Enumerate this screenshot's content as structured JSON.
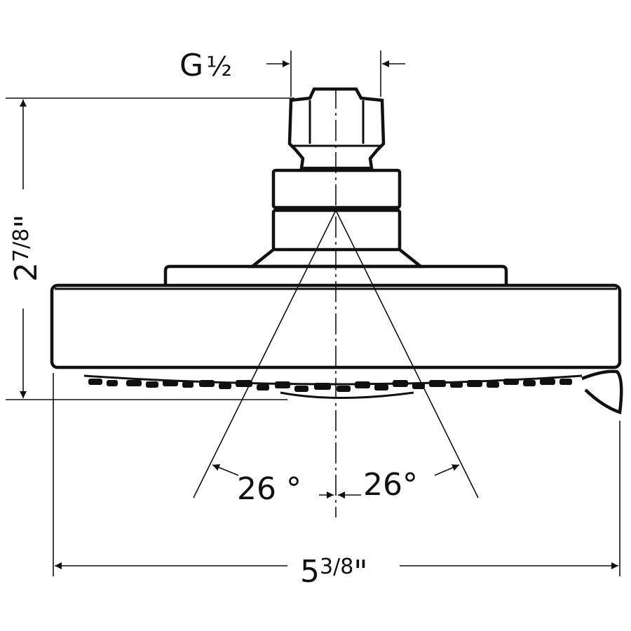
{
  "diagram": {
    "thread_label": "G½",
    "thread_label_main": "G",
    "thread_label_frac": "½",
    "height_label": "2⅞\"",
    "height_whole": "2",
    "height_frac": "7/8",
    "height_unit": "\"",
    "width_label": "5⅜\"",
    "width_whole": "5",
    "width_frac": "3/8",
    "width_unit": "\"",
    "angle_left": "26 °",
    "angle_right": "26°"
  }
}
